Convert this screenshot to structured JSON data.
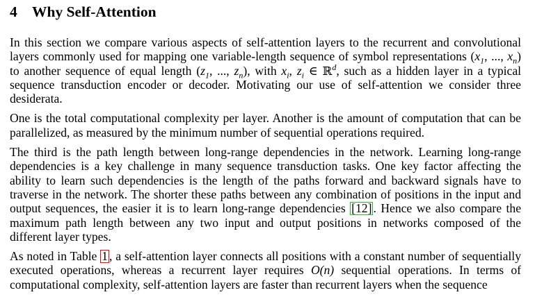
{
  "section": {
    "number": "4",
    "title": "Why Self-Attention"
  },
  "p1": {
    "text_a": "In this section we compare various aspects of self-attention layers to the recurrent and convolu­tional layers commonly used for mapping one variable-length sequence of symbol representations ",
    "text_b": " to another sequence of equal length ",
    "text_c": ", with ",
    "text_d": ", such as a hidden layer in a typical sequence transduction encoder or decoder. Motivating our use of self-attention we consider three desiderata."
  },
  "p2": {
    "text": "One is the total computational complexity per layer. Another is the amount of computation that can be parallelized, as measured by the minimum number of sequential operations required."
  },
  "p3": {
    "text_a": "The third is the path length between long-range dependencies in the network. Learning long-range dependencies is a key challenge in many sequence transduction tasks. One key factor affecting the ability to learn such dependencies is the length of the paths forward and backward signals have to traverse in the network. The shorter these paths between any combination of positions in the input and output sequences, the easier it is to learn long-range dependencies ",
    "citation": "[12]",
    "text_b": ". Hence we also compare the maximum path length between any two input and output positions in networks composed of the different layer types."
  },
  "p4": {
    "text_a": "As noted in Table ",
    "table_ref": "1",
    "text_b": ", a self-attention layer connects all positions with a constant number of sequentially executed operations, whereas a recurrent layer requires ",
    "complexity": "O(n)",
    "text_c": " sequential operations. In terms of computational complexity, self-attention layers are faster than recurrent layers when the sequence"
  },
  "colors": {
    "citation_box": "#2db52d",
    "table_ref_box": "#ff0000"
  }
}
